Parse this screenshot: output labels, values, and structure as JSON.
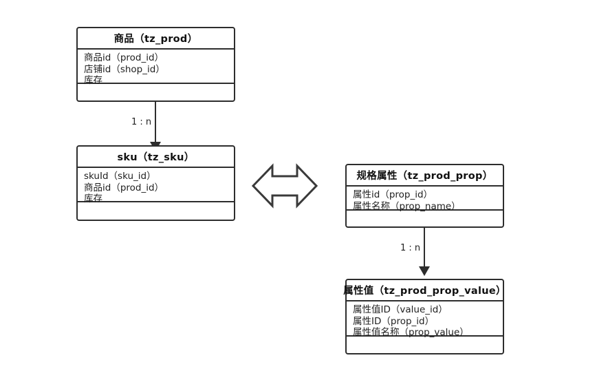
{
  "diagram": {
    "title_text": "",
    "background_color": "#ffffff",
    "stroke_color": "#2d2d2d",
    "text_color": "#1f1f1f",
    "entities": [
      {
        "id": "prod",
        "title": "商品（tz_prod）",
        "attributes": [
          "商品id（prod_id）",
          "店铺id（shop_id）",
          "库存"
        ],
        "methods": []
      },
      {
        "id": "sku",
        "title": "sku（tz_sku）",
        "attributes": [
          "skuId（sku_id）",
          "商品id（prod_id）",
          "库存"
        ],
        "methods": []
      },
      {
        "id": "prop",
        "title": "规格属性（tz_prod_prop）",
        "attributes": [
          "属性id（prop_id）",
          "属性名称（prop_name）"
        ],
        "methods": []
      },
      {
        "id": "propvalue",
        "title": "属性值（tz_prod_prop_value）",
        "attributes": [
          "属性值ID（value_id）",
          "属性ID（prop_id）",
          "属性值名称（prop_value）"
        ],
        "methods": []
      }
    ],
    "connectors": [
      {
        "id": "prod-sku",
        "from": "prod",
        "to": "sku",
        "label": "1 : n",
        "arrow": "filled-down-arrow"
      },
      {
        "id": "prop-value",
        "from": "prop",
        "to": "propvalue",
        "label": "1 : n",
        "arrow": "filled-down-arrow"
      }
    ],
    "symbols": [
      {
        "id": "double-arrow",
        "icon": "double-headed-arrow-icon",
        "label": ""
      }
    ]
  }
}
